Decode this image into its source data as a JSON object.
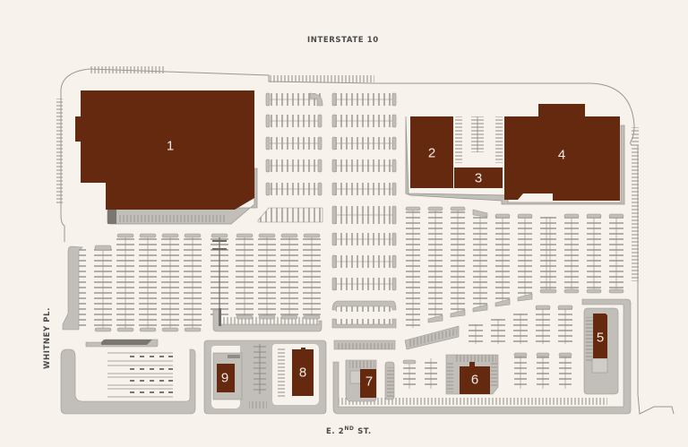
{
  "streets": {
    "north": "INTERSTATE 10",
    "south_prefix": "E. 2",
    "south_sup": "ND",
    "south_suffix": " ST.",
    "west": "WHITNEY PL."
  },
  "colors": {
    "background": "#f7f3ec",
    "building": "#64290f",
    "pavement": "#c2bfba",
    "parking_line": "#8f8b86",
    "outline": "#9a9691"
  },
  "buildings": [
    {
      "id": "1",
      "label": "1"
    },
    {
      "id": "2",
      "label": "2"
    },
    {
      "id": "3",
      "label": "3"
    },
    {
      "id": "4",
      "label": "4"
    },
    {
      "id": "5",
      "label": "5"
    },
    {
      "id": "6",
      "label": "6"
    },
    {
      "id": "7",
      "label": "7"
    },
    {
      "id": "8",
      "label": "8"
    },
    {
      "id": "9",
      "label": "9"
    }
  ]
}
